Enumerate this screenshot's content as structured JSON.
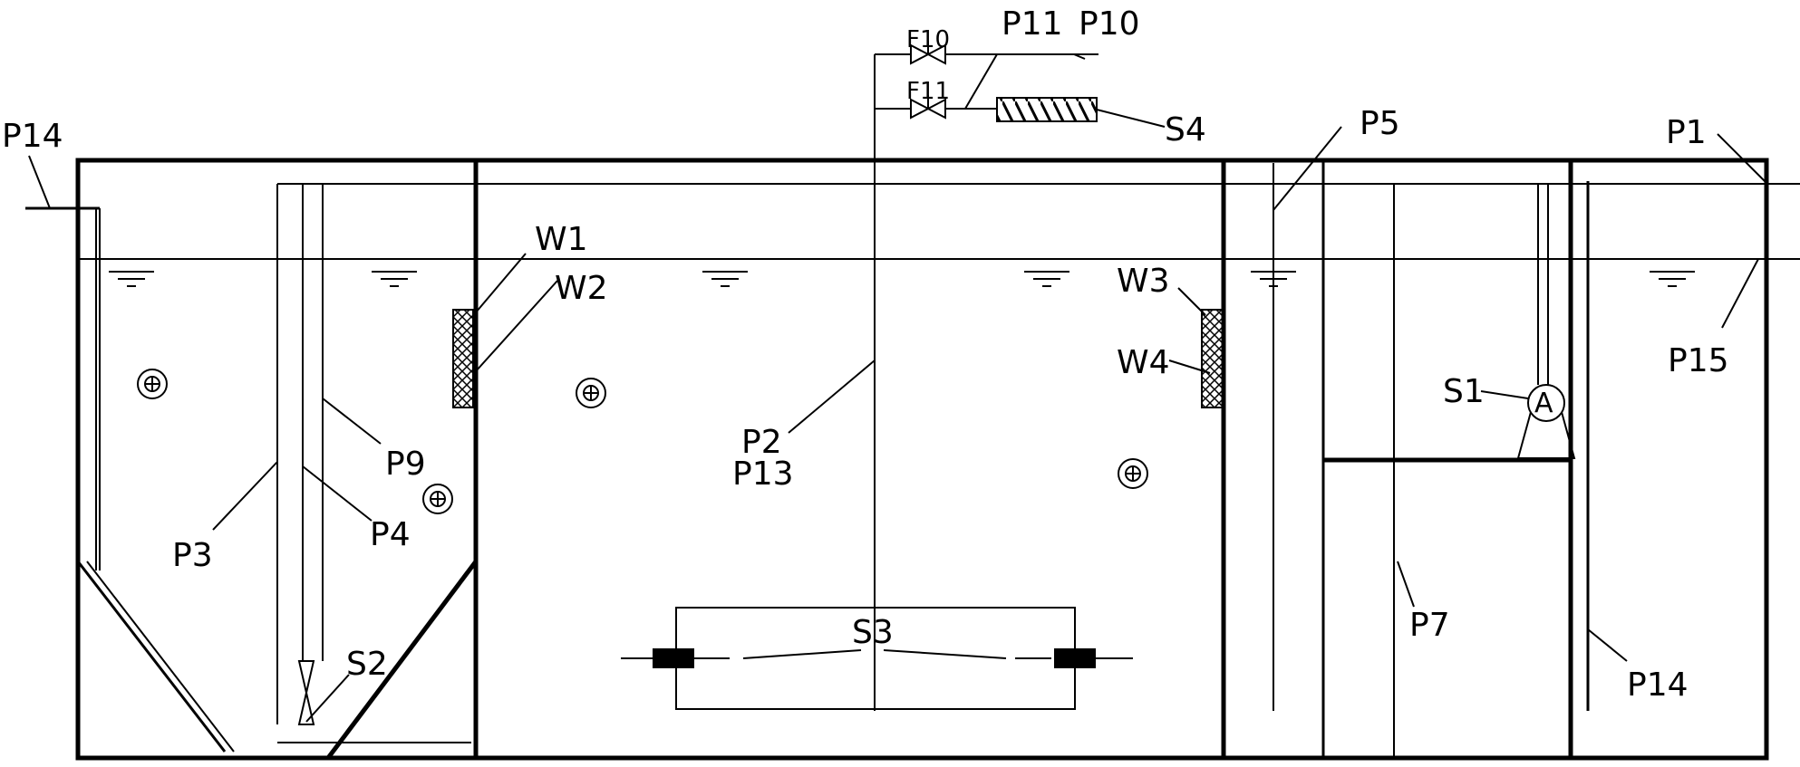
{
  "labels": {
    "P14_top": "P14",
    "P14_right": "P14",
    "P1": "P1",
    "P15": "P15",
    "P5": "P5",
    "P11": "P11",
    "P10": "P10",
    "F10": "F10",
    "F11": "F11",
    "S4": "S4",
    "W1": "W1",
    "W2": "W2",
    "W3": "W3",
    "W4": "W4",
    "P9": "P9",
    "P4": "P4",
    "P3": "P3",
    "P2": "P2",
    "P13": "P13",
    "S1": "S1",
    "S1_symbol": "A",
    "S2": "S2",
    "S3": "S3",
    "P7": "P7"
  }
}
